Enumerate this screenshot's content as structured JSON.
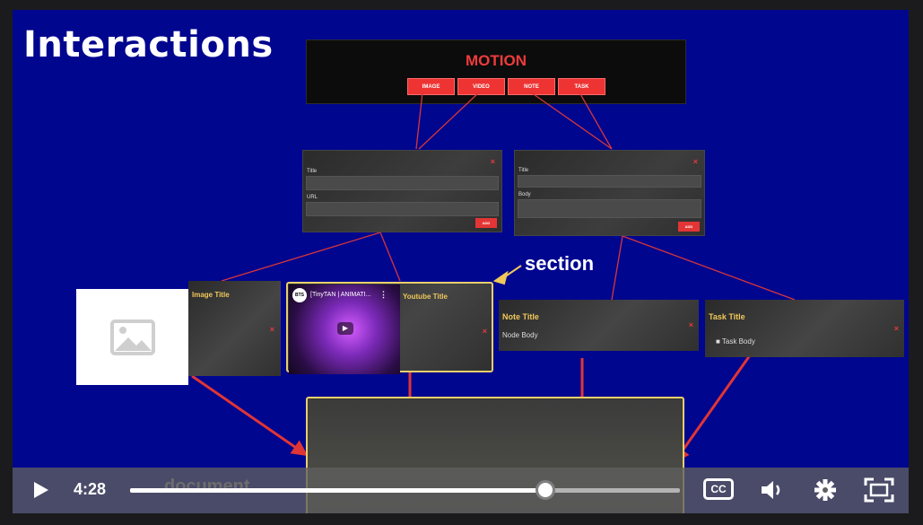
{
  "slide": {
    "title": "Interactions",
    "motion": {
      "title": "MOTION",
      "buttons": [
        "IMAGE",
        "VIDEO",
        "NOTE",
        "TASK"
      ]
    },
    "form_left": {
      "close": "×",
      "label1": "Title",
      "label2": "URL",
      "add": "ADD"
    },
    "form_right": {
      "close": "×",
      "label1": "Title",
      "label2": "Body",
      "add": "ADD"
    },
    "cards": {
      "image": {
        "title": "Image Title",
        "close": "×"
      },
      "video": {
        "logo": "BTS",
        "video_title": "[TinyTAN | ANIMATI...",
        "more": "⋮",
        "play": "▶",
        "title": "Youtube Title",
        "close": "×"
      },
      "note": {
        "title": "Note Title",
        "body": "Node Body",
        "close": "×"
      },
      "task": {
        "title": "Task Title",
        "body": "■ Task Body",
        "close": "×"
      }
    },
    "section_label": "section",
    "document_label": "document",
    "colors": {
      "slide_bg": "#01068f",
      "accent_red": "#ee3333",
      "highlight_yellow": "#e8cf6b"
    }
  },
  "player": {
    "time": "4:28",
    "progress": 0.755,
    "cc_label": "CC",
    "icons": [
      "play-icon",
      "closed-captions-icon",
      "volume-icon",
      "settings-icon",
      "fullscreen-icon"
    ]
  }
}
